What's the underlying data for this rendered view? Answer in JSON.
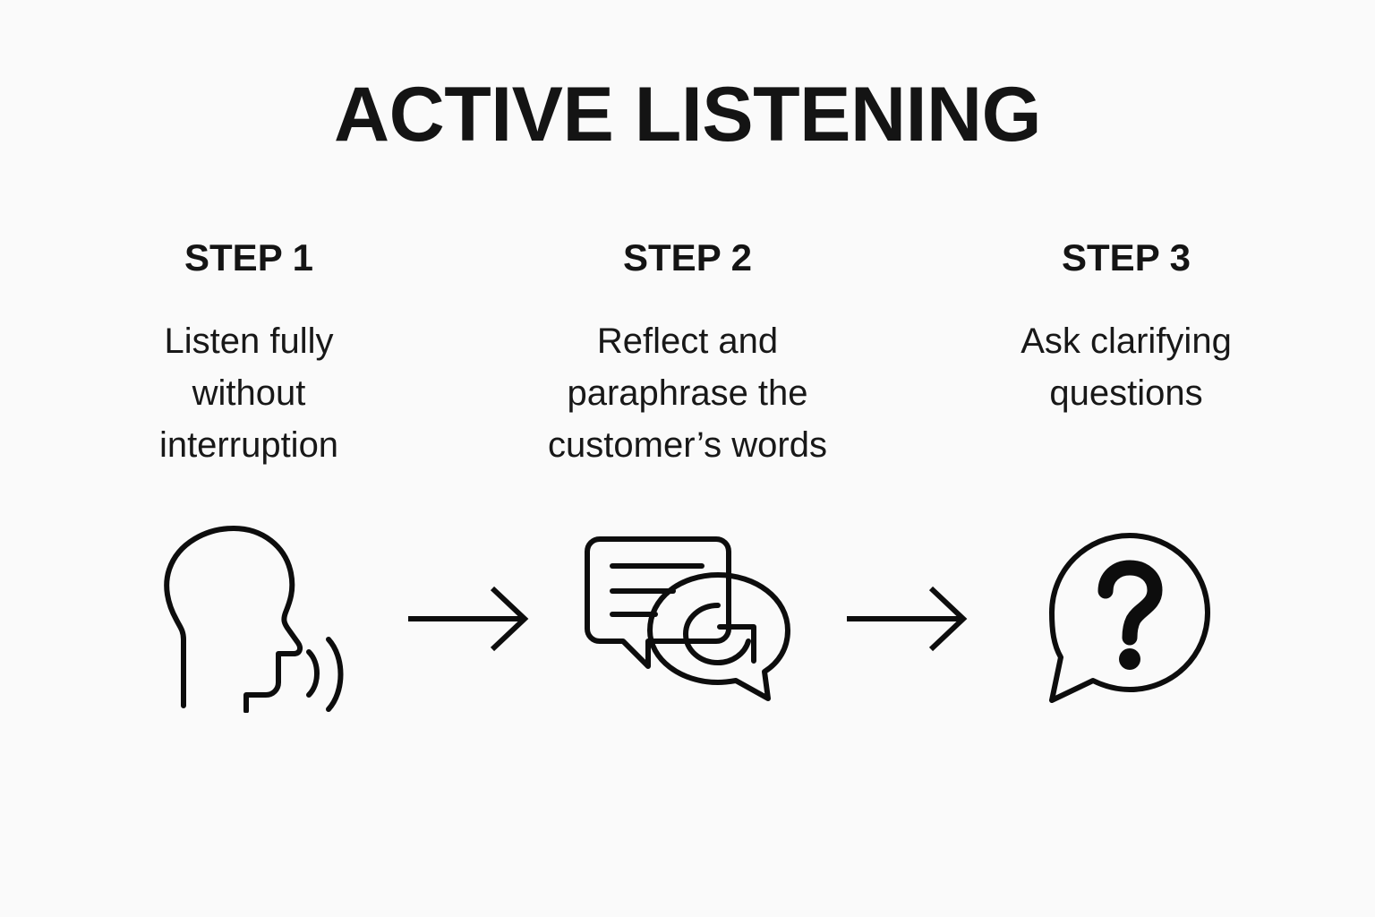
{
  "page": {
    "title": "ACTIVE LISTENING",
    "background_color": "#fafafa",
    "ink_color": "#141414"
  },
  "steps": [
    {
      "heading": "STEP 1",
      "description": "Listen fully without interruption",
      "description_lines": [
        "Listen fully",
        "without",
        "interruption"
      ],
      "icon": "speaking-head-icon"
    },
    {
      "heading": "STEP 2",
      "description": "Reflect and paraphrase the customer’s words",
      "description_lines": [
        "Reflect and",
        "paraphrase the",
        "customer’s words"
      ],
      "icon": "chat-bubbles-refresh-icon"
    },
    {
      "heading": "STEP 3",
      "description": "Ask clarifying questions",
      "description_lines": [
        "Ask clarifying",
        "questions"
      ],
      "icon": "question-speech-bubble-icon"
    }
  ],
  "connectors": [
    {
      "name": "arrow-right-icon-1",
      "glyph": "→"
    },
    {
      "name": "arrow-right-icon-2",
      "glyph": "→"
    }
  ]
}
